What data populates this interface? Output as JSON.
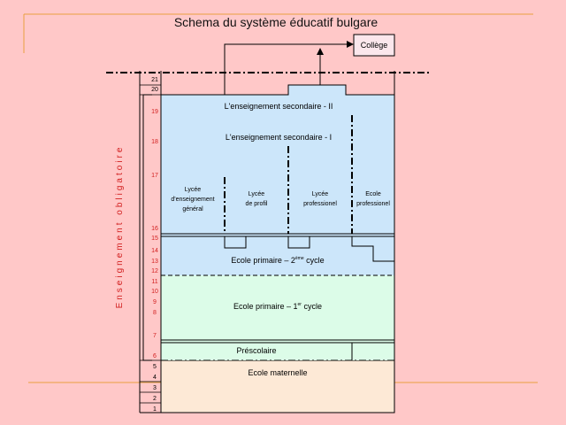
{
  "title": "Schema du système éducatif bulgare",
  "college": "Collège",
  "vertical_label": "Enseignement obligatoire",
  "ages": [
    "21",
    "20",
    "19",
    "18",
    "17",
    "16",
    "15",
    "14",
    "13",
    "12",
    "11",
    "10",
    "9",
    "8",
    "7",
    "6",
    "5",
    "4",
    "3",
    "2",
    "1"
  ],
  "secondary_2": "L'enseignement secondaire - II",
  "secondary_1": "L'enseignement secondaire - I",
  "lycee_general": [
    "Lycée",
    "d'enseignement",
    "général"
  ],
  "lycee_profil": [
    "Lycée",
    "de profil"
  ],
  "lycee_pro": [
    "Lycée",
    "professionel"
  ],
  "ecole_pro": [
    "Ecole",
    "professionel"
  ],
  "primary_2": {
    "text": "Ecole primaire – 2",
    "sup": "ème",
    "suffix": " cycle"
  },
  "primary_1": {
    "text": "Ecole primaire – 1",
    "sup": "er",
    "suffix": " cycle"
  },
  "prescolaire": "Préscolaire",
  "maternelle": "Ecole maternelle",
  "colors": {
    "background": "#ffc8c8",
    "secondary": "#cce6fa",
    "primary_1": "#dcfce8",
    "maternelle": "#fde9d6",
    "vertical_label": "#d22020",
    "age_numbers": "#d22020",
    "decor_line": "#e8a040"
  }
}
